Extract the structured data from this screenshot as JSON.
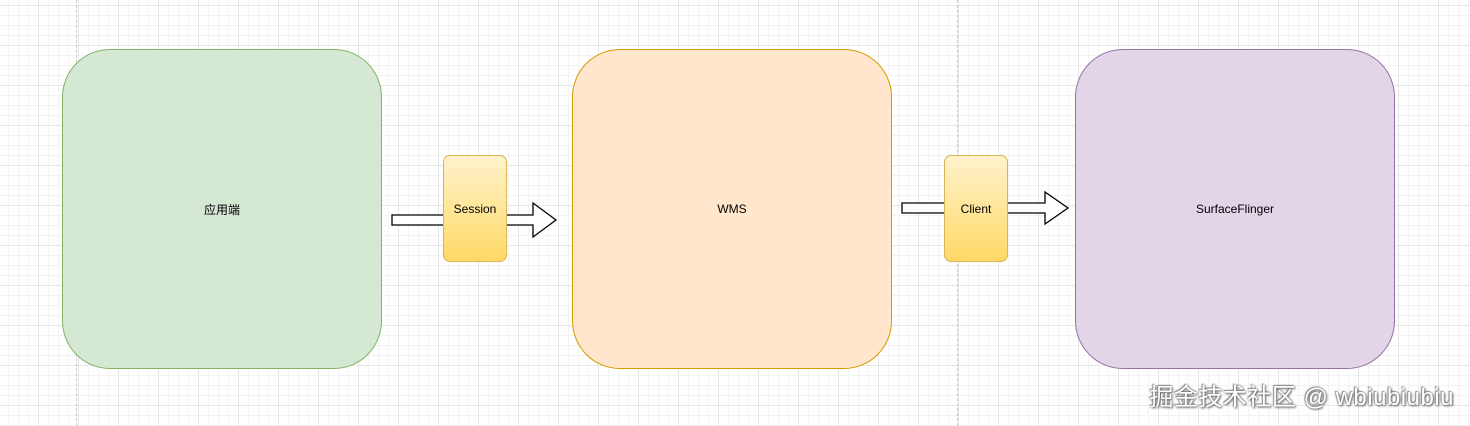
{
  "diagram": {
    "nodes": {
      "app": {
        "label": "应用端"
      },
      "session": {
        "label": "Session"
      },
      "wms": {
        "label": "WMS"
      },
      "client": {
        "label": "Client"
      },
      "surfaceflinger": {
        "label": "SurfaceFlinger"
      }
    },
    "edges": [
      {
        "from": "app",
        "to": "wms",
        "via": "session"
      },
      {
        "from": "wms",
        "to": "surfaceflinger",
        "via": "client"
      }
    ],
    "colors": {
      "app_fill": "#d5e8d4",
      "app_stroke": "#82b366",
      "wms_fill": "#ffe6cc",
      "wms_stroke": "#d79b00",
      "surfaceflinger_fill": "#e1d5e7",
      "surfaceflinger_stroke": "#9673a6",
      "label_fill_top": "#fff2cc",
      "label_fill_bottom": "#ffd966",
      "label_stroke": "#d6b656"
    }
  },
  "watermark": "掘金技术社区 @ wbiubiubiu"
}
